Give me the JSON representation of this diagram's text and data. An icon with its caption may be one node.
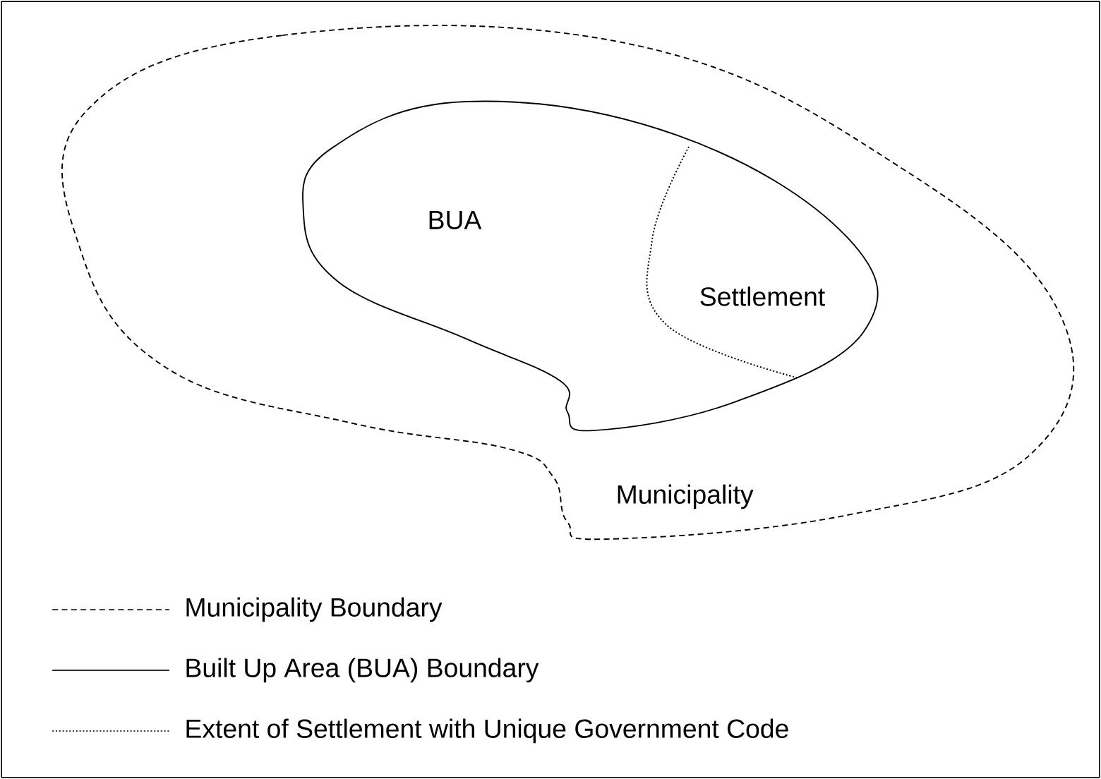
{
  "diagram": {
    "nodes": [
      {
        "text": [
          "Municipality"
        ]
      },
      {
        "text": [
          "BUA"
        ],
        "in": 0
      },
      {
        "text": [
          "Settlement"
        ],
        "in": 1
      }
    ],
    "legend": [
      {
        "text": "Municipality Boundary"
      },
      {
        "text": "Built Up Area (BUA) Boundary"
      },
      {
        "text": "Extent of Settlement with Unique Government Code"
      }
    ]
  }
}
